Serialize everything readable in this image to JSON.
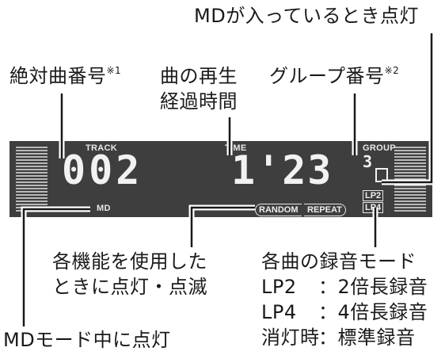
{
  "callouts": {
    "md_inserted": "MDが入っているとき点灯",
    "absolute_track": "絶対曲番号",
    "absolute_track_note": "※1",
    "elapsed_line1": "曲の再生",
    "elapsed_line2": "経過時間",
    "group_number": "グループ番号",
    "group_number_note": "※2",
    "function_line1": "各機能を使用した",
    "function_line2": "ときに点灯・点滅",
    "record_mode_title": "各曲の録音モード",
    "record_mode_rows": [
      {
        "key": "LP2",
        "desc": "：2倍長録音"
      },
      {
        "key": "LP4",
        "desc": "：4倍長録音"
      },
      {
        "key": "消灯時",
        "desc": "：標準録音"
      }
    ],
    "md_mode": "MDモード中に点灯"
  },
  "display": {
    "track_label": "TRACK",
    "time_label": "TIME",
    "group_label": "GROUP",
    "md_label": "MD",
    "track_value": "002",
    "time_value": "1'23",
    "group_value": "3",
    "random_label": "RANDOM",
    "repeat_label": "REPEAT",
    "lp2_label": "LP2",
    "lp4_label": "LP4",
    "disc_icon": "md-disc-icon",
    "colors": {
      "panel": "#3e3e3e",
      "segments": "#f2f2f2",
      "hatch": "#b9b9b9"
    }
  }
}
